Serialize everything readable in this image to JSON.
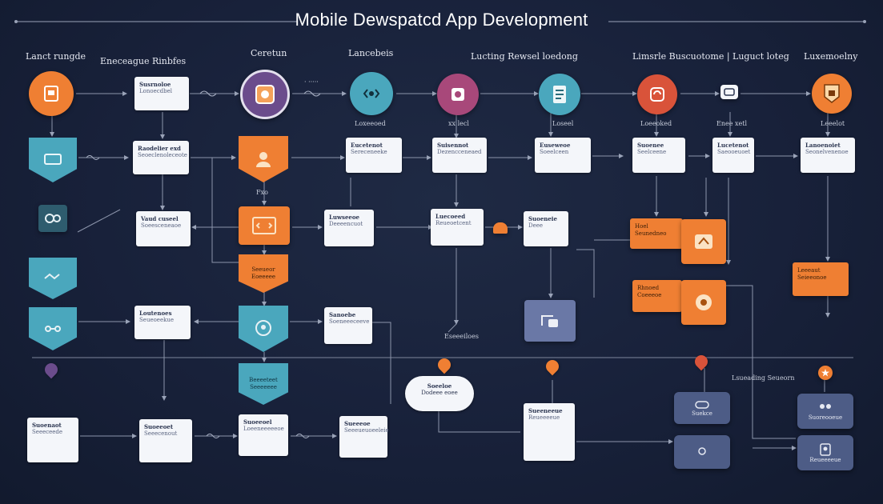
{
  "title": "Mobile Dewspatcd App Development",
  "headers": [
    "Lanct rungde",
    "Eneceague Rinbfes",
    "Ceretun",
    "Lancebeis",
    "Lucting Rewsel loedong",
    "Limsrle Buscuotome | Luguct loteg",
    "Luxemoelny"
  ],
  "small_labels": {
    "under_purple_circle": "Fxo",
    "under_teal2": "Loxeeoed",
    "under_magenta": "xx lecl",
    "under_teal3": "Loseel",
    "under_red": "Loeeoked",
    "under_white_icon": "Enee xetl",
    "under_gold": "Leeelot",
    "mid_purple_label": "Eseeeiloes",
    "right_feature": "Lsueading Seueorn"
  },
  "cards": {
    "c1": {
      "l1": "Susrnoloe",
      "l2": "Lonoecdbel"
    },
    "c2": {
      "l1": "Raodelier exd",
      "l2": "Seoeclenoleceote"
    },
    "c3": {
      "l1": "Eucetenot",
      "l2": "Sereceneeke"
    },
    "c4": {
      "l1": "Suisennot",
      "l2": "Dezencceneaed"
    },
    "c5": {
      "l1": "Euseweoe",
      "l2": "Soeelceen"
    },
    "c6": {
      "l1": "Suoenee",
      "l2": "Seelceene"
    },
    "c7": {
      "l1": "Lucetenot",
      "l2": "Saeooeuoet"
    },
    "c8": {
      "l1": "Lanoenoiet",
      "l2": "Seonelvenenoe"
    },
    "c9": {
      "l1": "Vaud cuseel",
      "l2": "Soeesceneaoe"
    },
    "c10": {
      "l1": "Luwseeoe",
      "l2": "Deeeencuot"
    },
    "c11": {
      "l1": "Luecoeed",
      "l2": "Reueoetcent"
    },
    "c12": {
      "l1": "Suoeneie",
      "l2": "Deee"
    },
    "c13": {
      "l1": "Loutenoes",
      "l2": "Seueoeekue"
    },
    "c14": {
      "l1": "Sanoebe",
      "l2": "Soeneeeceeve"
    },
    "c15": {
      "l1": "Suoenaot",
      "l2": "Seeeceede"
    },
    "c16": {
      "l1": "Suoeeoet",
      "l2": "Seeecenout"
    },
    "c17": {
      "l1": "Suoeeoel",
      "l2": "Loeeneeeeeoe"
    },
    "c18": {
      "l1": "Sueeeoe",
      "l2": "Seeeueuoeeleie"
    },
    "c19": {
      "l1": "Sueeneeue",
      "l2": "Reueeeeue"
    },
    "c20": {
      "l1": "Suoreooeue",
      "l2": "Suekce"
    }
  },
  "orange_boxes": {
    "o1": "Hoel Seunedneo",
    "o2": "Rhnoed Coeeeoe",
    "o3": "Leeeaut Seieeonoe"
  },
  "shield_labels": {
    "s1": "Seeueor Eoeeeee",
    "s2": "Beeeeteet Seeeeeee"
  },
  "cloud_text": {
    "l1": "Soeeloe",
    "l2": "Dodeee eoee"
  },
  "icons": [
    "app-icon",
    "browser-icon",
    "code-icon",
    "document-icon",
    "settings-icon",
    "sync-icon",
    "lock-icon",
    "chat-icon",
    "user-icon",
    "cloud-icon",
    "location-pin-icon",
    "star-icon",
    "gear-icon"
  ],
  "colors": {
    "background": "#18213a",
    "orange": "#ef7f33",
    "teal": "#4aa7bd",
    "purple": "#6b4c8c",
    "magenta": "#a8487a",
    "red": "#d9533a",
    "slate": "#4d5c86",
    "card": "#f4f6fa",
    "line": "#8c95ab"
  }
}
